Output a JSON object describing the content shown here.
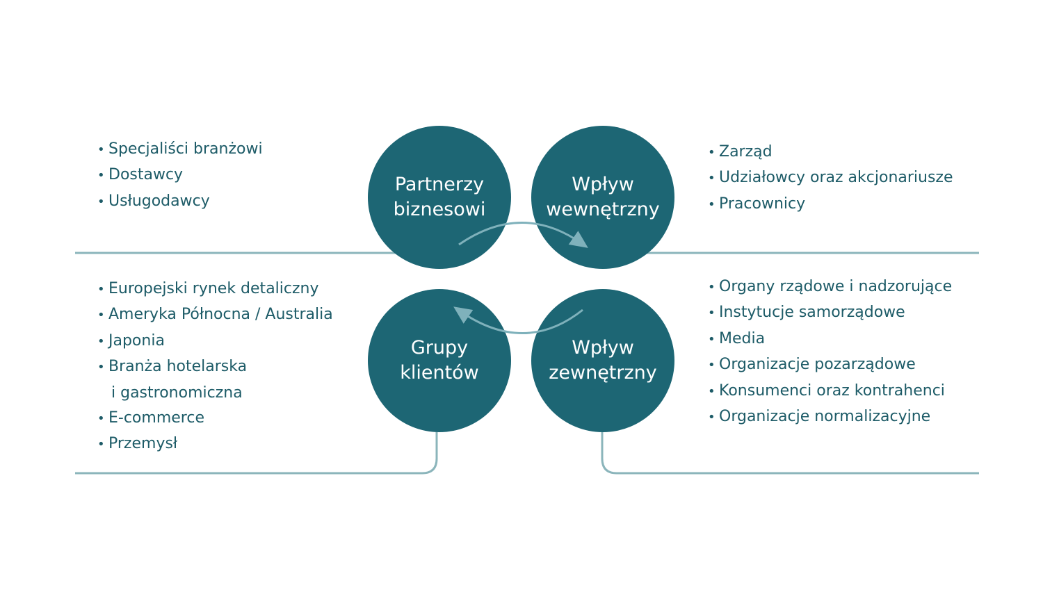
{
  "colors": {
    "circle_fill": "#1d6674",
    "line": "#8bb5bb",
    "arrow": "#7fb1bb",
    "text": "#1d5b67"
  },
  "circles": {
    "top_left": {
      "line1": "Partnerzy",
      "line2": "biznesowi"
    },
    "top_right": {
      "line1": "Wpływ",
      "line2": "wewnętrzny"
    },
    "bottom_left": {
      "line1": "Grupy",
      "line2": "klientów"
    },
    "bottom_right": {
      "line1": "Wpływ",
      "line2": "zewnętrzny"
    }
  },
  "lists": {
    "top_left": [
      "Specjaliści branżowi",
      "Dostawcy",
      "Usługodawcy"
    ],
    "top_right": [
      "Zarząd",
      "Udziałowcy oraz akcjonariusze",
      "Pracownicy"
    ],
    "bottom_left": {
      "item1": "Europejski rynek detaliczny",
      "item2": "Ameryka Północna / Australia",
      "item3": "Japonia",
      "item4a": "Branża hotelarska",
      "item4b": "i gastronomiczna",
      "item5": "E-commerce",
      "item6": "Przemysł"
    },
    "bottom_right": [
      "Organy rządowe i nadzorujące",
      "Instytucje samorządowe",
      "Media",
      "Organizacje pozarządowe",
      "Konsumenci oraz kontrahenci",
      "Organizacje normalizacyjne"
    ]
  }
}
